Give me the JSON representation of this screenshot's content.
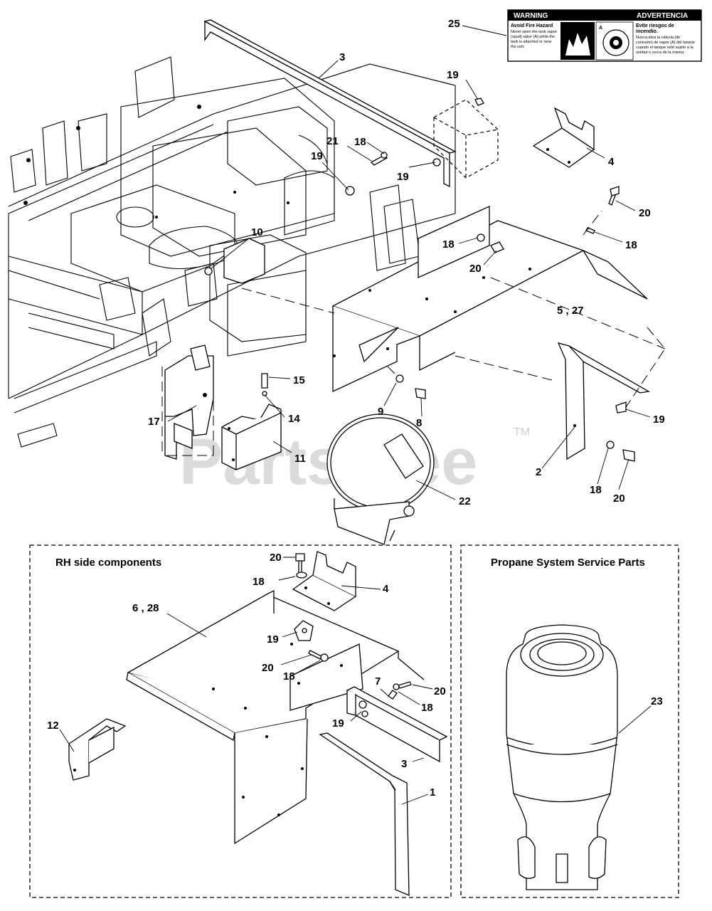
{
  "watermark": {
    "text": "PartsTree",
    "tm": "TM"
  },
  "warning_label": {
    "warning_header": "WARNING",
    "advertencia_header": "ADVERTENCIA",
    "en_title": "Avoid Fire Hazard",
    "en_body": [
      "Never open the tank vapor",
      "(spud) valve (A) while the",
      "tank is attached or near",
      "the unit."
    ],
    "es_title": [
      "Evite riesgos de",
      "incendio."
    ],
    "es_body": [
      "Nunca abra la válvula (de",
      "conexión) de vapor (A) del tanque",
      "cuando el tanque esté sujeto a la",
      "unidad o cerca de la misma."
    ],
    "valve_letter": "A"
  },
  "callouts": {
    "c25": "25",
    "c3": "3",
    "c19a": "19",
    "c21": "21",
    "c18a": "18",
    "c19b": "19",
    "c19c": "19",
    "c4": "4",
    "c20a": "20",
    "c18b": "18",
    "c18c": "18",
    "c20b": "20",
    "c10": "10",
    "c527": "5 , 27",
    "c15": "15",
    "c14": "14",
    "c17": "17",
    "c11": "11",
    "c9": "9",
    "c8": "8",
    "c19d": "19",
    "c2": "2",
    "c18d": "18",
    "c20c": "20",
    "c22": "22"
  },
  "rh_panel": {
    "title": "RH side components",
    "callouts": {
      "c20a": "20",
      "c18a": "18",
      "c4": "4",
      "c628": "6 , 28",
      "c19a": "19",
      "c20b": "20",
      "c18b": "18",
      "c7": "7",
      "c20c": "20",
      "c18c": "18",
      "c19b": "19",
      "c12": "12",
      "c3": "3",
      "c1": "1"
    }
  },
  "propane_panel": {
    "title": "Propane System Service Parts",
    "callouts": {
      "c23": "23"
    }
  }
}
